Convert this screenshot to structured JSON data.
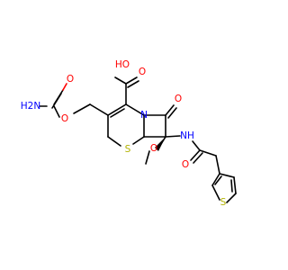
{
  "molecule": {
    "labels": {
      "carboxyl_oh": "HO",
      "carboxyl_o": "O",
      "carbamate_nh2": "H2N",
      "carbamate_o_double": "O",
      "carbamate_o_ester": "O",
      "ring_n": "N",
      "lactam_o": "O",
      "ring_s": "S",
      "methoxy_o": "O",
      "amide_nh": "NH",
      "amide_o": "O",
      "thiophene_s": "S"
    },
    "colors": {
      "oxygen": "#ff0000",
      "nitrogen": "#0000ff",
      "sulfur": "#b2b200",
      "carbon": "#000000"
    }
  }
}
